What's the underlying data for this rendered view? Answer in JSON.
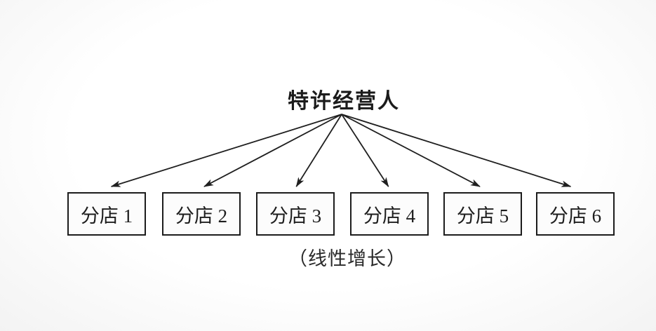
{
  "diagram": {
    "root": {
      "label": "特许经营人"
    },
    "branches": [
      {
        "label": "分店 1"
      },
      {
        "label": "分店 2"
      },
      {
        "label": "分店 3"
      },
      {
        "label": "分店 4"
      },
      {
        "label": "分店 5"
      },
      {
        "label": "分店 6"
      }
    ],
    "caption": "（线性增长）",
    "colors": {
      "ink": "#1f1f1f",
      "background": "#fafafa",
      "box_fill": "#fcfcfc"
    }
  }
}
